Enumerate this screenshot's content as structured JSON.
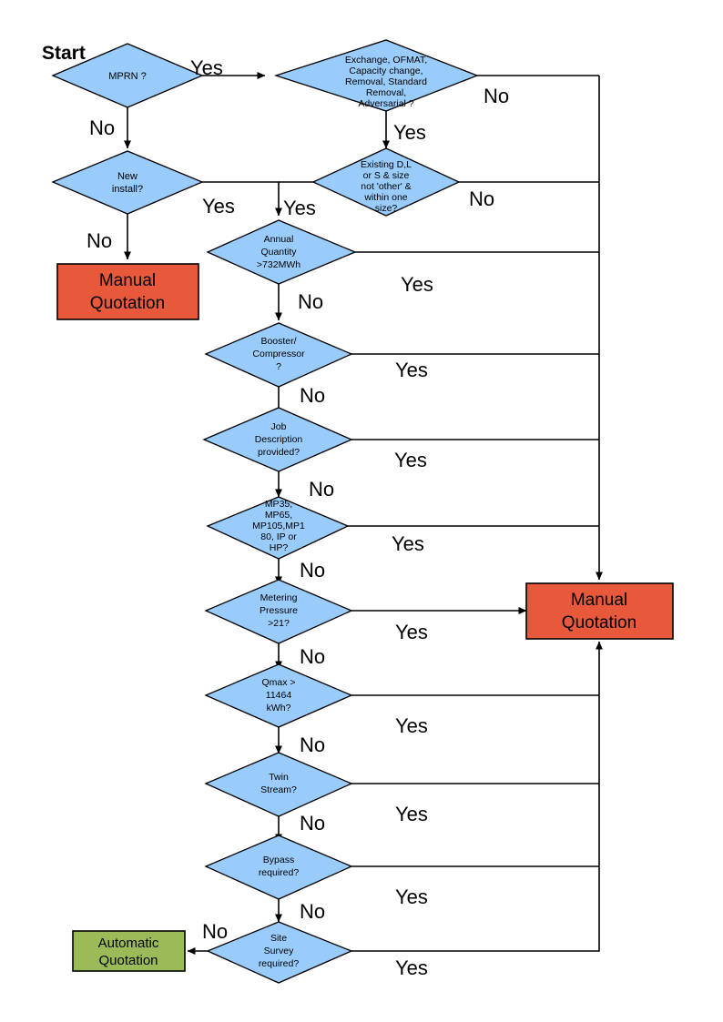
{
  "diagram": {
    "title_label": "Start",
    "colors": {
      "decision_fill": "#9ACCFB",
      "manual_fill": "#E8593C",
      "automatic_fill": "#9BBB59",
      "stroke": "#000000",
      "background": "#FFFFFF"
    },
    "edge_labels": {
      "yes": "Yes",
      "no": "No"
    },
    "decisions": [
      {
        "id": "mprn",
        "lines": [
          "MPRN ?"
        ]
      },
      {
        "id": "exchange",
        "lines": [
          "Exchange, OFMAT,",
          "Capacity change,",
          "Removal, Standard",
          "Removal,",
          "Adversarial ?"
        ]
      },
      {
        "id": "new-install",
        "lines": [
          "New",
          "install?"
        ]
      },
      {
        "id": "existing-dls",
        "lines": [
          "Existing D,L",
          "or S & size",
          "not 'other' &",
          "within one",
          "size?"
        ]
      },
      {
        "id": "annual-qty",
        "lines": [
          "Annual",
          "Quantity",
          ">732MWh"
        ]
      },
      {
        "id": "booster",
        "lines": [
          "Booster/",
          "Compressor",
          "?"
        ]
      },
      {
        "id": "job-desc",
        "lines": [
          "Job",
          "Description",
          "provided?"
        ]
      },
      {
        "id": "mp-range",
        "lines": [
          "MP35,",
          "MP65,",
          "MP105,MP1",
          "80, IP or",
          "HP?"
        ]
      },
      {
        "id": "metering-pressure",
        "lines": [
          "Metering",
          "Pressure",
          ">21?"
        ]
      },
      {
        "id": "qmax",
        "lines": [
          "Qmax >",
          "11464",
          "kWh?"
        ]
      },
      {
        "id": "twin-stream",
        "lines": [
          "Twin",
          "Stream?"
        ]
      },
      {
        "id": "bypass",
        "lines": [
          "Bypass",
          "required?"
        ]
      },
      {
        "id": "site-survey",
        "lines": [
          "Site",
          "Survey",
          "required?"
        ]
      }
    ],
    "terminals": [
      {
        "id": "manual-left",
        "lines": [
          "Manual",
          "Quotation"
        ]
      },
      {
        "id": "manual-right",
        "lines": [
          "Manual",
          "Quotation"
        ]
      },
      {
        "id": "automatic",
        "lines": [
          "Automatic",
          "Quotation"
        ]
      }
    ],
    "branch_labels": {
      "mprn_yes": "Yes",
      "mprn_no": "No",
      "exchange_no": "No",
      "exchange_yes": "Yes",
      "new_install_yes": "Yes",
      "new_install_no": "No",
      "existing_yes": "Yes",
      "existing_no": "No",
      "annual_yes": "Yes",
      "annual_no": "No",
      "booster_yes": "Yes",
      "booster_no": "No",
      "jobdesc_yes": "Yes",
      "jobdesc_no": "No",
      "mprange_yes": "Yes",
      "mprange_no": "No",
      "metering_yes": "Yes",
      "metering_no": "No",
      "qmax_yes": "Yes",
      "qmax_no": "No",
      "twin_yes": "Yes",
      "twin_no": "No",
      "bypass_yes": "Yes",
      "bypass_no": "No",
      "survey_yes": "Yes",
      "survey_no": "No"
    }
  }
}
